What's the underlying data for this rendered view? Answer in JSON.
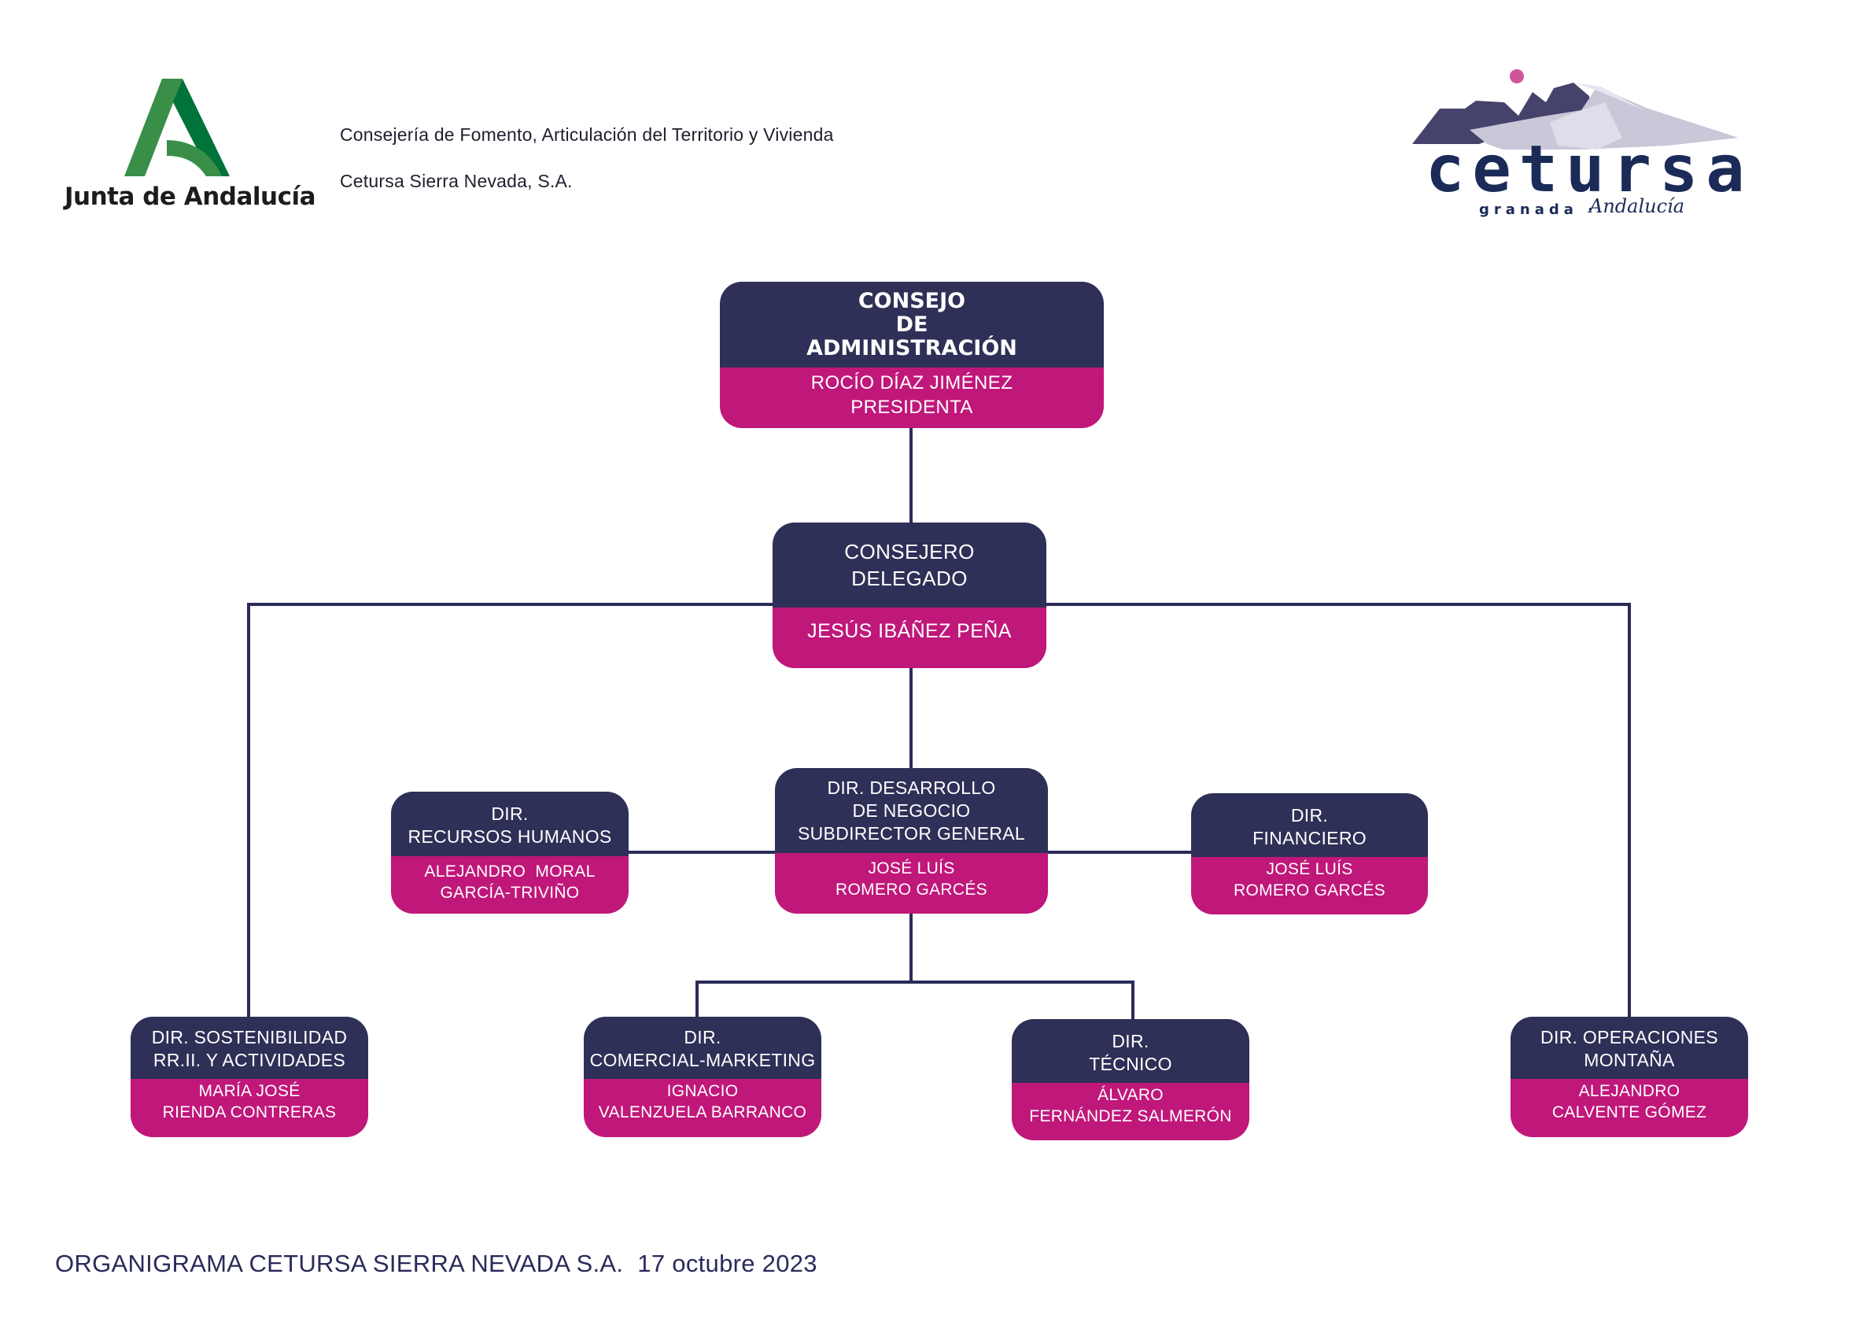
{
  "header": {
    "logo_left_text": "Junta de Andalucía",
    "department": "Consejería de Fomento, Articulación del Territorio y Vivienda",
    "company": "Cetursa Sierra Nevada, S.A.",
    "logo_right": {
      "word": "cetursa",
      "sub": "granada ·",
      "script": "Andalucía"
    }
  },
  "colors": {
    "title_band": "#2e3057",
    "name_band": "#c0177a",
    "connector": "#2a2a5a",
    "junta_green_light": "#3a8f48",
    "junta_green_dark": "#00733a",
    "cetursa_navy": "#1b2b58",
    "cetursa_pink_sun": "#cf5598"
  },
  "org": {
    "consejo": {
      "title": [
        "CONSEJO",
        "DE",
        "ADMINISTRACIÓN"
      ],
      "name": [
        "ROCÍO DÍAZ JIMÉNEZ",
        "PRESIDENTA"
      ]
    },
    "consejero": {
      "title": [
        "CONSEJERO",
        "DELEGADO"
      ],
      "name": [
        "JESÚS IBÁÑEZ PEÑA"
      ]
    },
    "desarrollo": {
      "title": [
        "DIR. DESARROLLO",
        "DE NEGOCIO",
        "SUBDIRECTOR GENERAL"
      ],
      "name": [
        "JOSÉ LUÍS",
        "ROMERO GARCÉS"
      ]
    },
    "rrhh": {
      "title": [
        "DIR.",
        "RECURSOS HUMANOS"
      ],
      "name": [
        "ALEJANDRO  MORAL",
        "GARCÍA-TRIVIÑO"
      ]
    },
    "financiero": {
      "title": [
        "DIR.",
        "FINANCIERO"
      ],
      "name": [
        "JOSÉ LUÍS",
        "ROMERO GARCÉS"
      ]
    },
    "sostenibilidad": {
      "title": [
        "DIR. SOSTENIBILIDAD",
        "RR.II. Y ACTIVIDADES"
      ],
      "name": [
        "MARÍA JOSÉ",
        "RIENDA CONTRERAS"
      ]
    },
    "comercial": {
      "title": [
        "DIR.",
        "COMERCIAL-MARKETING"
      ],
      "name": [
        "IGNACIO",
        "VALENZUELA BARRANCO"
      ]
    },
    "tecnico": {
      "title": [
        "DIR.",
        "TÉCNICO"
      ],
      "name": [
        "ÁLVARO",
        "FERNÁNDEZ SALMERÓN"
      ]
    },
    "operaciones": {
      "title": [
        "DIR. OPERACIONES",
        "MONTAÑA"
      ],
      "name": [
        "ALEJANDRO",
        "CALVENTE GÓMEZ"
      ]
    }
  },
  "footer": {
    "title": "ORGANIGRAMA CETURSA SIERRA NEVADA S.A.",
    "date": "17 octubre 2023"
  }
}
